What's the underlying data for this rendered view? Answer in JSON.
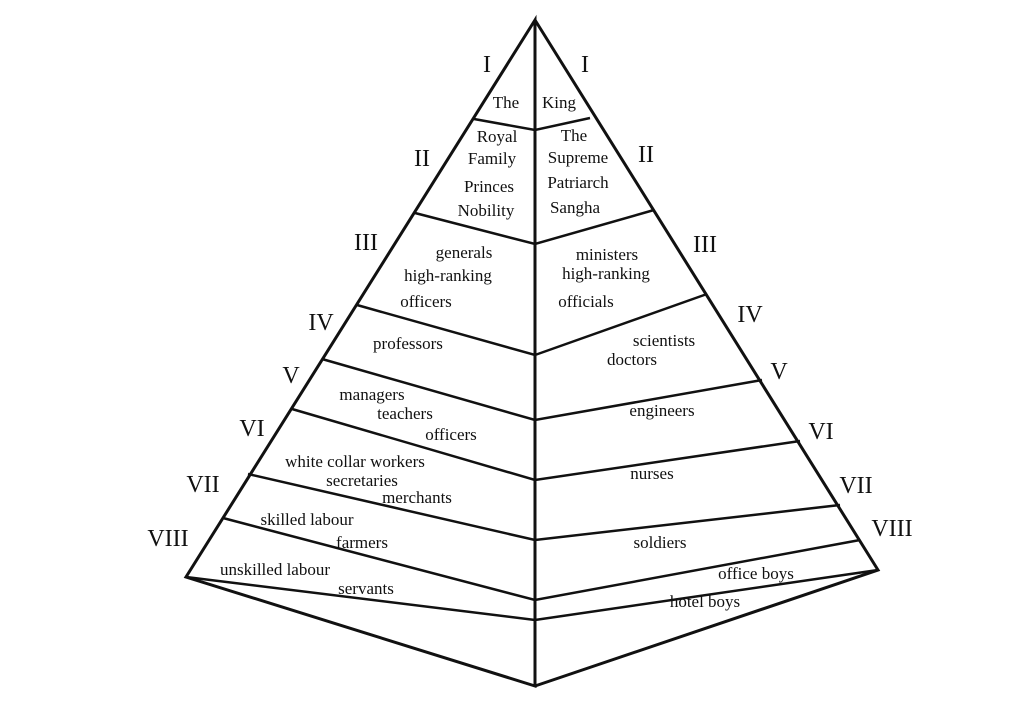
{
  "levels": [
    {
      "numeral_left": "I",
      "numeral_right": "I",
      "left": [
        "The"
      ],
      "right": [
        "King"
      ]
    },
    {
      "numeral_left": "II",
      "numeral_right": "II",
      "left": [
        "Royal",
        "Family",
        "Princes",
        "Nobility"
      ],
      "right": [
        "The",
        "Supreme",
        "Patriarch",
        "Sangha"
      ]
    },
    {
      "numeral_left": "III",
      "numeral_right": "III",
      "left": [
        "generals",
        "high-ranking",
        "officers"
      ],
      "right": [
        "ministers",
        "high-ranking",
        "officials"
      ]
    },
    {
      "numeral_left": "IV",
      "numeral_right": "IV",
      "left": [
        "professors"
      ],
      "right": [
        "scientists",
        "doctors"
      ]
    },
    {
      "numeral_left": "V",
      "numeral_right": "V",
      "left": [
        "managers",
        "teachers",
        "officers"
      ],
      "right": [
        "engineers"
      ]
    },
    {
      "numeral_left": "VI",
      "numeral_right": "VI",
      "left": [
        "white collar workers",
        "secretaries",
        "merchants"
      ],
      "right": [
        "nurses"
      ]
    },
    {
      "numeral_left": "VII",
      "numeral_right": "VII",
      "left": [
        "skilled labour",
        "farmers"
      ],
      "right": [
        "soldiers"
      ]
    },
    {
      "numeral_left": "VIII",
      "numeral_right": "VIII",
      "left": [
        "unskilled labour",
        "servants"
      ],
      "right": [
        "office boys",
        "hotel boys"
      ]
    }
  ]
}
